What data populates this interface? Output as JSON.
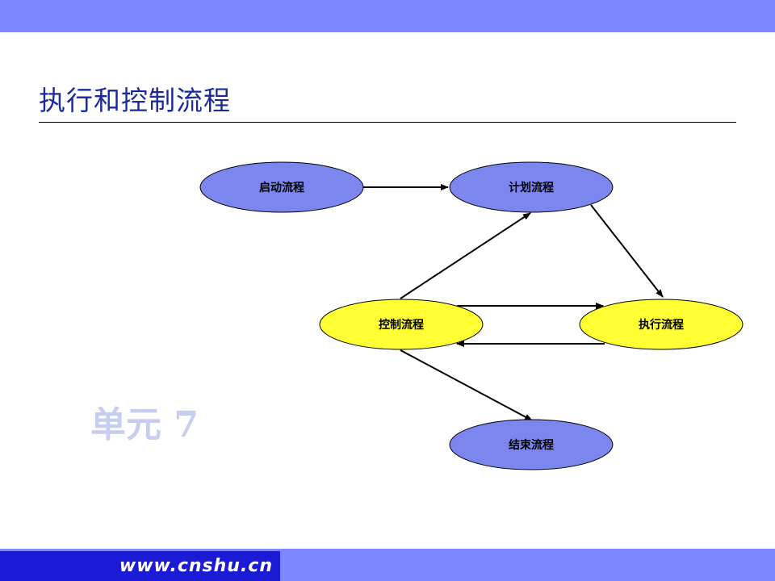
{
  "slide": {
    "title": "执行和控制流程",
    "watermark": "单元 7"
  },
  "diagram": {
    "nodes": {
      "start": "启动流程",
      "plan": "计划流程",
      "control": "控制流程",
      "execute": "执行流程",
      "close": "结束流程"
    },
    "edges": [
      {
        "from": "启动流程",
        "to": "计划流程"
      },
      {
        "from": "计划流程",
        "to": "执行流程"
      },
      {
        "from": "控制流程",
        "to": "计划流程"
      },
      {
        "from": "控制流程",
        "to": "执行流程"
      },
      {
        "from": "执行流程",
        "to": "控制流程"
      },
      {
        "from": "控制流程",
        "to": "结束流程"
      }
    ]
  },
  "footer": {
    "url": "www.cnshu.cn"
  },
  "colors": {
    "band": "#7b86ff",
    "footer_box": "#1b1bd6",
    "node_blue": "#7b86ee",
    "node_yellow": "#ffff33",
    "title": "#1a2a9a",
    "watermark": "#c5cdf1"
  }
}
